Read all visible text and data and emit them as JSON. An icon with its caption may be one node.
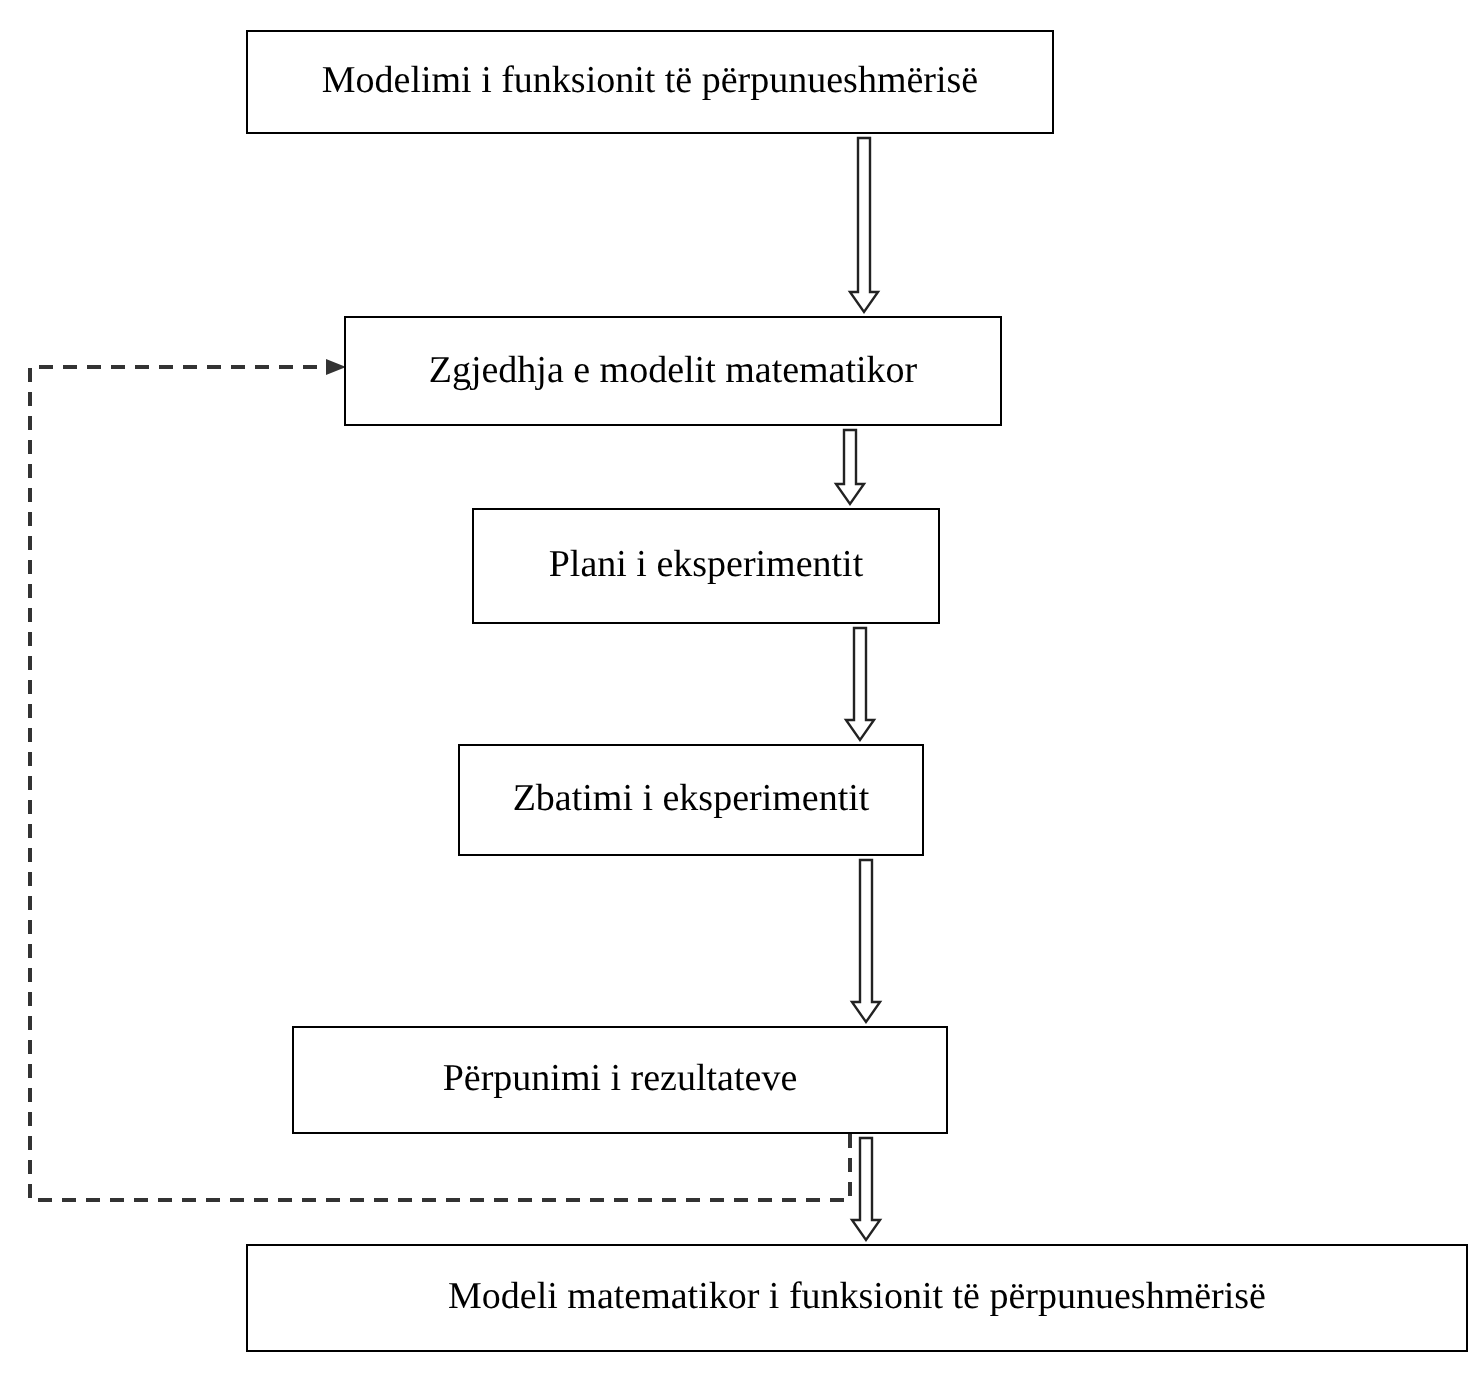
{
  "diagram": {
    "nodes": [
      {
        "text": [
          "Modelimi i funksionit të përpunueshmërisë"
        ]
      },
      {
        "text": [
          "Zgjedhja e modelit matematikor"
        ]
      },
      {
        "text": [
          "Plani i eksperimentit"
        ]
      },
      {
        "text": [
          "Zbatimi i eksperimentit"
        ]
      },
      {
        "text": [
          "Përpunimi i rezultateve"
        ]
      },
      {
        "text": [
          "Modeli matematikor i funksionit të përpunueshmërisë"
        ]
      }
    ],
    "edges": [
      {
        "from": 0,
        "to": 1,
        "arrow": "to"
      },
      {
        "from": 1,
        "to": 2,
        "arrow": "to"
      },
      {
        "from": 2,
        "to": 3,
        "arrow": "to"
      },
      {
        "from": 3,
        "to": 4,
        "arrow": "to"
      },
      {
        "from": 4,
        "to": 5,
        "arrow": "to"
      },
      {
        "from": 4,
        "to": 1,
        "arrow": "to",
        "style": "dashed"
      }
    ]
  }
}
